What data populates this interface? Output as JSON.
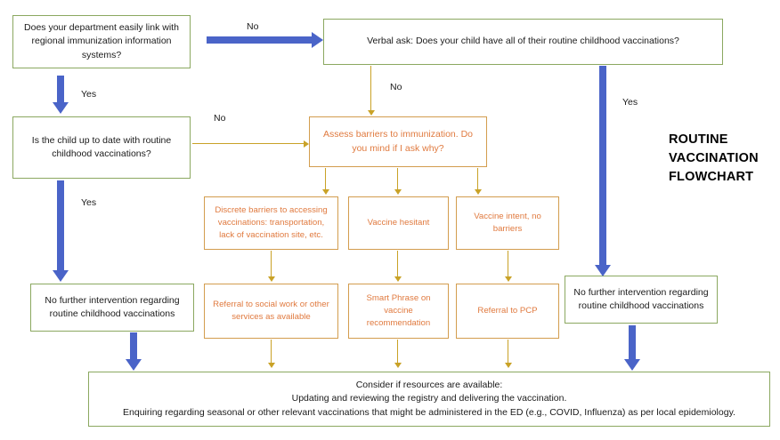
{
  "title": {
    "text": "ROUTINE\nVACCINATION\nFLOWCHART"
  },
  "nodes": {
    "dept_link": "Does your department easily link with regional immunization information systems?",
    "verbal_ask": "Verbal ask: Does your child have all of their routine childhood vaccinations?",
    "up_to_date": "Is the child up to date with routine childhood vaccinations?",
    "assess_barriers": "Assess barriers to immunization.  Do you mind if I ask why?",
    "discrete_barriers": "Discrete barriers to accessing vaccinations:  transportation, lack of vaccination site, etc.",
    "vaccine_hesitant": "Vaccine hesitant",
    "vaccine_intent": "Vaccine intent, no barriers",
    "referral_social_work": "Referral to social work or other services as available",
    "smart_phrase": "Smart Phrase on vaccine recommendation",
    "referral_pcp": "Referral to PCP",
    "no_further_left": "No further intervention regarding routine childhood vaccinations",
    "no_further_right": "No further intervention regarding routine childhood vaccinations",
    "consider_resources": "Consider if resources are available:\nUpdating and reviewing the registry and delivering the vaccination.\nEnquiring regarding seasonal or other relevant vaccinations that might be administered in the ED (e.g., COVID, Influenza) as per local epidemiology."
  },
  "edge_labels": {
    "dept_no": "No",
    "dept_yes": "Yes",
    "verbal_no": "No",
    "verbal_yes": "Yes",
    "uptodate_no": "No",
    "uptodate_yes": "Yes"
  },
  "colors": {
    "blue_arrow": "#4a64c8",
    "orange_arrow": "#c9a227",
    "green_border": "#8ba860",
    "orange_border": "#d39d4e",
    "orange_text": "#e07a3f",
    "background": "#ffffff"
  }
}
